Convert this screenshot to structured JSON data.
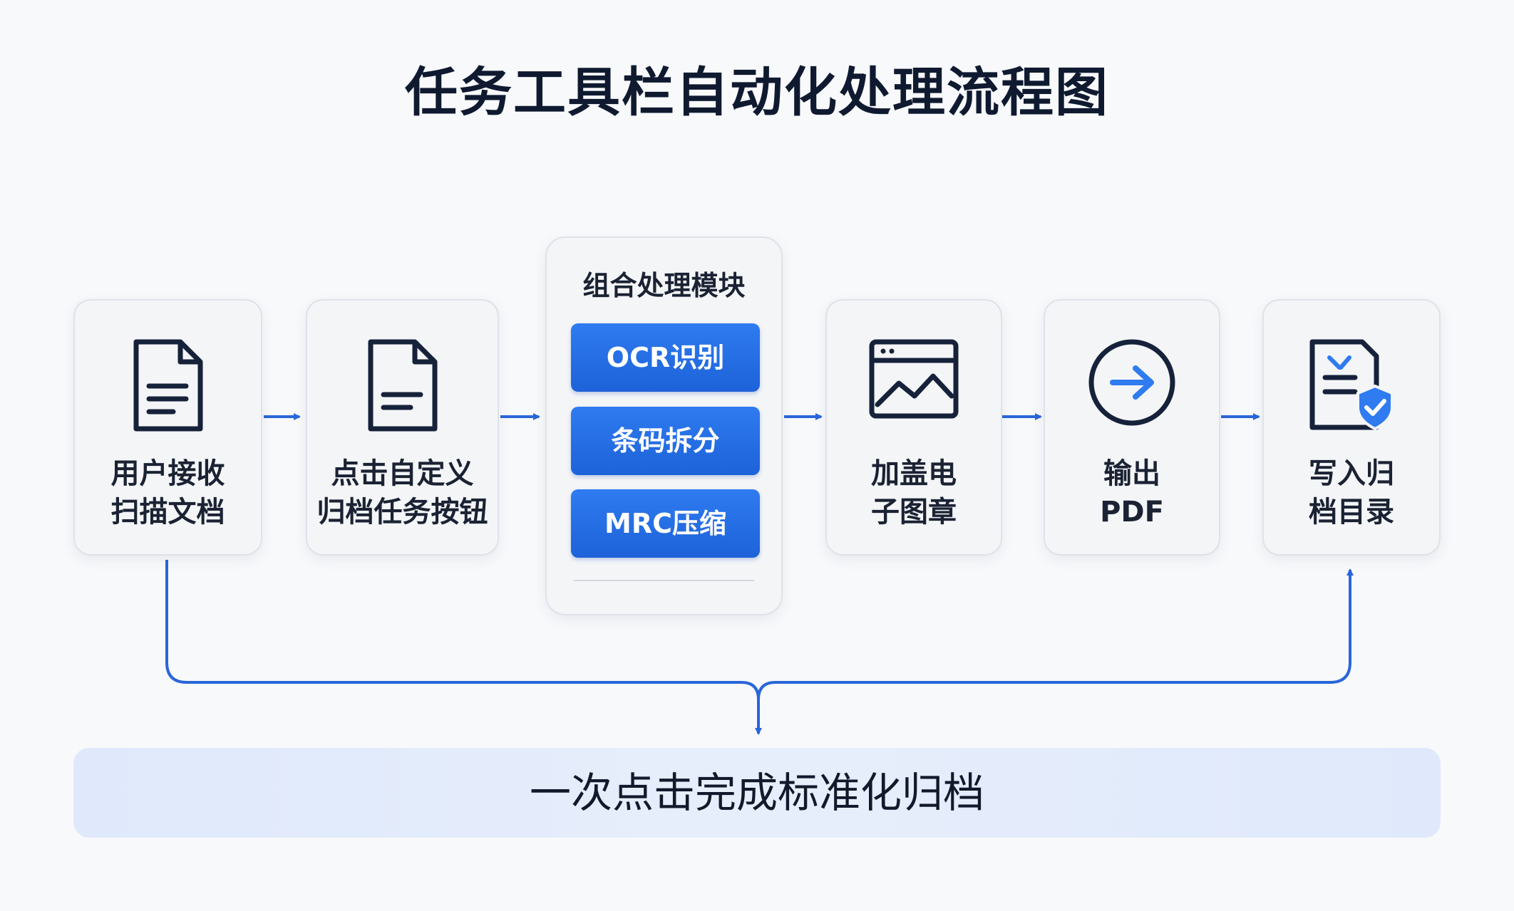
{
  "title": "任务工具栏自动化处理流程图",
  "colors": {
    "accent": "#2f7bf0",
    "arrow": "#2a66d9",
    "icon": "#16213a"
  },
  "steps": [
    {
      "lines": [
        "用户接收",
        "扫描文档"
      ],
      "icon": "document-icon"
    },
    {
      "lines": [
        "点击自定义",
        "归档任务按钮"
      ],
      "icon": "document-icon"
    },
    {
      "lines": [
        "加盖电",
        "子图章"
      ],
      "icon": "image-window-icon"
    },
    {
      "lines": [
        "输出",
        "PDF"
      ],
      "icon": "arrow-circle-icon"
    },
    {
      "lines": [
        "写入归",
        "档目录"
      ],
      "icon": "verified-document-icon"
    }
  ],
  "module": {
    "title": "组合处理模块",
    "buttons": [
      "OCR识别",
      "条码拆分",
      "MRC压缩"
    ]
  },
  "banner": "一次点击完成标准化归档"
}
